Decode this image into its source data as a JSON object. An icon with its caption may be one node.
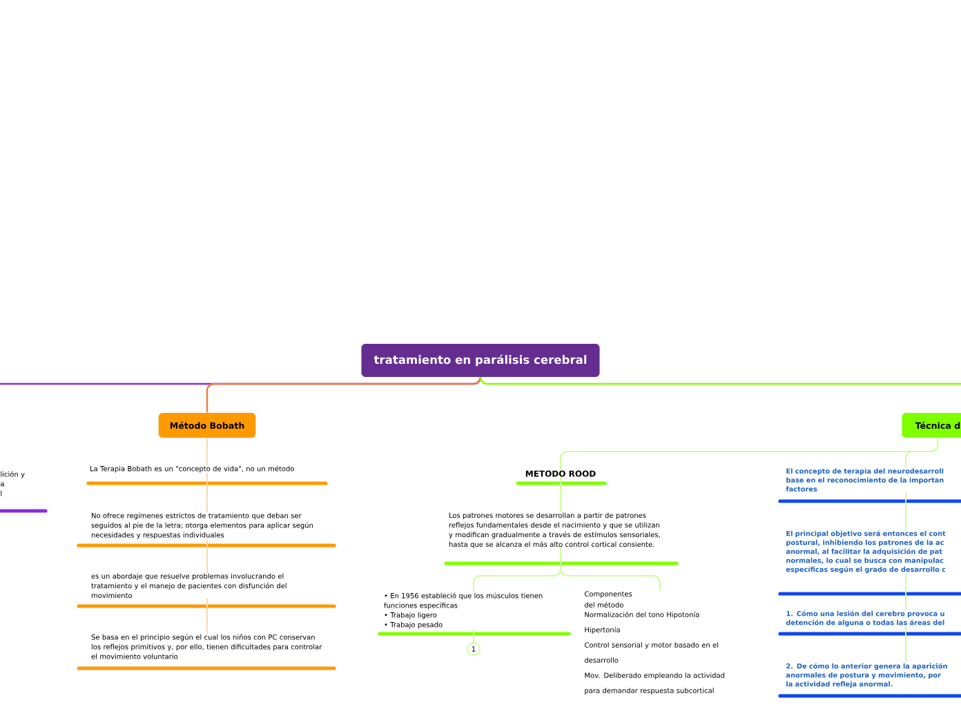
{
  "diagram": {
    "nodes": [
      {
        "text": [
          "tratamiento en parálisis cerebral"
        ]
      },
      {
        "text": [
          "Método Bobath"
        ]
      },
      {
        "text": [
          "Técnica d"
        ]
      },
      {
        "text": [
          "lición y",
          "a",
          "l"
        ]
      },
      {
        "text": [
          "La Terapia Bobath es un \"concepto de vida\", no un método"
        ]
      },
      {
        "text": [
          "No ofrece regímenes estrictos de tratamiento que deban ser seguidos al pie de la letra; otorga elementos para aplicar según necesidades y respuestas individuales"
        ]
      },
      {
        "text": [
          "es un abordaje que resuelve problemas involucrando el tratamiento y el manejo de pacientes con disfunción del movimiento"
        ]
      },
      {
        "text": [
          "Se basa en el principio según el cual los niños con PC conservan los reflejos primitivos y, por ello, tienen dificultades para controlar el movimiento voluntario"
        ]
      },
      {
        "text": [
          "METODO ROOD"
        ]
      },
      {
        "text": [
          "Los patrones motores se desarrollan a partir de patrones reflejos fundamentales desde el nacimiento y que se utilizan y modifican gradualmente a través de estímulos sensoriales, hasta que se alcanza el más alto control cortical consiente."
        ]
      },
      {
        "text": [
          "• En 1956 estableció que los músculos tienen funciones específicas",
          "• Trabajo ligero",
          "• Trabajo pesado"
        ]
      },
      {
        "text": [
          "Componentes",
          "del método",
          "Normalización del tono Hipotonía",
          "Hipertonía",
          "Control sensorial y motor basado en el",
          "desarrollo",
          "Mov. Deliberado empleando la actividad",
          "para demandar respuesta subcortical"
        ]
      },
      {
        "text": [
          "1"
        ]
      },
      {
        "text": [
          "El concepto de terapia del neurodesarroll",
          "base en el reconocimiento de la importan",
          "factores"
        ]
      },
      {
        "text": [
          "El principal objetivo será entonces el cont",
          "postural, inhibiendo los patrones de la ac",
          "anormal, al facilitar la adquisición de pat",
          "normales, lo cual se busca con manipulac",
          "específicas según el grado de desarrollo c"
        ]
      },
      {
        "text": [
          "1. Cómo una lesión del cerebro provoca u",
          "detención de alguna o todas las áreas del"
        ]
      },
      {
        "text": [
          "2. De cómo lo anterior genera la aparición",
          "anormales de postura y movimiento, por",
          "la actividad refleja anormal."
        ]
      }
    ],
    "edges": [
      {
        "from": 0,
        "to": 1,
        "arrow": "none",
        "color": "#f07c3c"
      },
      {
        "from": 0,
        "to": 3,
        "arrow": "none",
        "color": "#8a2be2"
      },
      {
        "from": 0,
        "to": 2,
        "arrow": "none",
        "color": "#80ff00"
      },
      {
        "from": 1,
        "to": 4,
        "arrow": "none",
        "color": "#ffd9a8"
      },
      {
        "from": 4,
        "to": 5,
        "arrow": "none",
        "color": "#ffd9a8"
      },
      {
        "from": 5,
        "to": 6,
        "arrow": "none",
        "color": "#ffd9a8"
      },
      {
        "from": 6,
        "to": 7,
        "arrow": "none",
        "color": "#ffd9a8"
      },
      {
        "from": 2,
        "to": 8,
        "arrow": "none"
      },
      {
        "from": 2,
        "to": 13,
        "arrow": "none"
      },
      {
        "from": 13,
        "to": 14,
        "arrow": "none"
      },
      {
        "from": 14,
        "to": 15,
        "arrow": "none"
      },
      {
        "from": 15,
        "to": 16,
        "arrow": "none"
      },
      {
        "from": 8,
        "to": 9,
        "arrow": "none"
      },
      {
        "from": 9,
        "to": 10,
        "arrow": "none"
      },
      {
        "from": 9,
        "to": 11,
        "arrow": "none"
      },
      {
        "from": 10,
        "to": 12,
        "arrow": "none"
      }
    ]
  }
}
